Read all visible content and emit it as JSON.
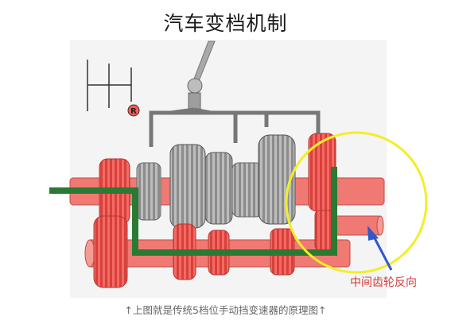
{
  "title": "汽车变档机制",
  "gear_pattern": {
    "reverse_label": "R"
  },
  "annotation": {
    "text": "中间齿轮反向"
  },
  "caption": "↑上图就是传统5档位手动挡变速器的原理图↑",
  "colors": {
    "shaft": "#ef6a63",
    "gear_red": "#f2645f",
    "gear_gray": "#b9b9b9",
    "power_path": "#2b7a33",
    "highlight_circle": "#f2ee27",
    "annotation_text": "#d63a3a",
    "arrow": "#3457c9"
  }
}
